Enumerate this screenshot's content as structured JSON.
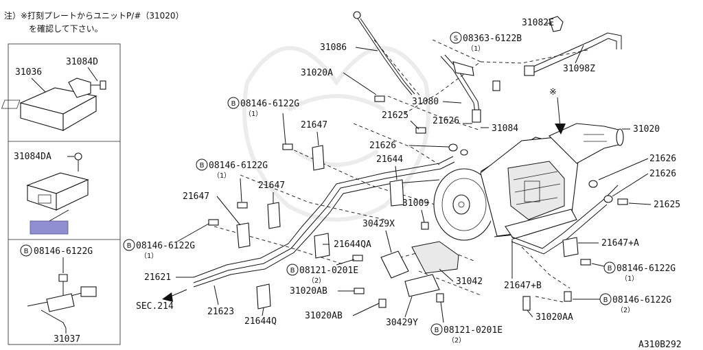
{
  "note": {
    "line1": "注）※打刻プレートからユニットP/#（31020）",
    "line2": "を確認して下さい。"
  },
  "inset": {
    "box1": {
      "part_a": "31036",
      "part_b": "31084D"
    },
    "box2": {
      "part_a": "31084DA"
    },
    "box3": {
      "bolt_prefix": "B",
      "bolt": "08146-6122G",
      "part": "31037"
    }
  },
  "callouts": {
    "p31086": "31086",
    "p31082E": "31082E",
    "s_prefix": "S",
    "p08363": "08363-6122B",
    "p08363_qty": "（1）",
    "p31098Z": "31098Z",
    "p31020A": "31020A",
    "p31080": "31080",
    "b1_prefix": "B",
    "p08146_a": "08146-6122G",
    "p08146_a_qty": "（1）",
    "p21625_a": "21625",
    "p21626_a": "21626",
    "p31084": "31084",
    "star": "※",
    "p31020": "31020",
    "p21647_a": "21647",
    "p21626_b": "21626",
    "b2_prefix": "B",
    "p08146_b": "08146-6122G",
    "p08146_b_qty": "（1）",
    "p21644": "21644",
    "p21626_c": "21626",
    "p21626_d": "21626",
    "p21647_b": "21647",
    "p21647_c": "21647",
    "p31009": "31009",
    "p21625_b": "21625",
    "p30429X": "30429X",
    "b3_prefix": "B",
    "p08146_c": "08146-6122G",
    "p08146_c_qty": "（1）",
    "p21644QA": "21644QA",
    "p21647A": "21647+A",
    "b4_prefix": "B",
    "p08121_a": "08121-0201E",
    "p08121_a_qty": "（2）",
    "b5_prefix": "B",
    "p08146_d": "08146-6122G",
    "p08146_d_qty": "（1）",
    "p21621": "21621",
    "p31042": "31042",
    "p21647B": "21647+B",
    "p31020AB_a": "31020AB",
    "sec214": "SEC.214",
    "b6_prefix": "B",
    "p08146_e": "08146-6122G",
    "p08146_e_qty": "（2）",
    "p21623": "21623",
    "p31020AB_b": "31020AB",
    "p31020AA": "31020AA",
    "p21644Q": "21644Q",
    "p30429Y": "30429Y",
    "b7_prefix": "B",
    "p08121_b": "08121-0201E",
    "p08121_b_qty": "（2）",
    "drawing_id": "A310B292"
  },
  "colors": {
    "line": "#111111",
    "highlight": "#8e8ed0",
    "watermark": "#ececec"
  }
}
